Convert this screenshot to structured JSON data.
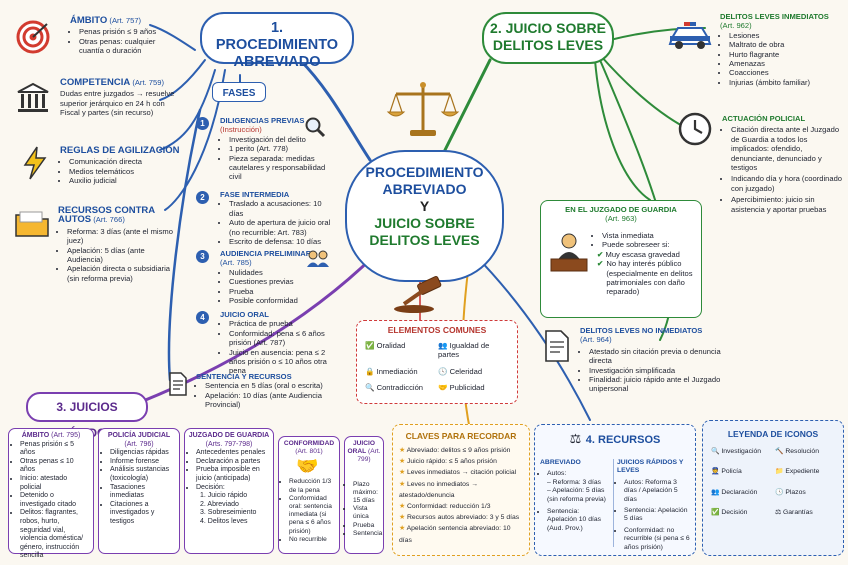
{
  "title_pa": "1. PROCEDIMIENTO ABREVIADO",
  "title_jdl": "2. JUICIO SOBRE DELITOS LEVES",
  "center": {
    "l1": "PROCEDIMIENTO",
    "l2": "ABREVIADO",
    "y": "Y",
    "l3": "JUICIO SOBRE",
    "l4": "DELITOS LEVES"
  },
  "ambito": {
    "title": "ÁMBITO",
    "ref": "(Art. 757)",
    "items": [
      "Penas prisión ≤ 9 años",
      "Otras penas: cualquier cuantía o duración"
    ]
  },
  "competencia": {
    "title": "COMPETENCIA",
    "ref": "(Art. 759)",
    "text": "Dudas entre juzgados → resuelve superior jerárquico en 24 h con Fiscal y partes (sin recurso)"
  },
  "reglas": {
    "title": "REGLAS DE AGILIZACIÓN",
    "items": [
      "Comunicación directa",
      "Medios telemáticos",
      "Auxilio judicial"
    ]
  },
  "recursos_autos": {
    "title": "RECURSOS CONTRA AUTOS",
    "ref": "(Art. 766)",
    "items": [
      "Reforma: 3 días (ante el mismo juez)",
      "Apelación: 5 días (ante Audiencia)",
      "Apelación directa o subsidiaria (sin reforma previa)"
    ]
  },
  "fases": {
    "title": "FASES",
    "steps": [
      {
        "n": "1",
        "title": "DILIGENCIAS PREVIAS",
        "sub": "(Instrucción)",
        "items": [
          "Investigación del delito",
          "1 perito (Art. 778)",
          "Pieza separada: medidas cautelares y responsabilidad civil"
        ]
      },
      {
        "n": "2",
        "title": "FASE INTERMEDIA",
        "sub": "",
        "items": [
          "Traslado a acusaciones: 10 días",
          "Auto de apertura de juicio oral (no recurrible: Art. 783)",
          "Escrito de defensa: 10 días"
        ]
      },
      {
        "n": "3",
        "title": "AUDIENCIA PRELIMINAR",
        "sub": "(Art. 785)",
        "items": [
          "Nulidades",
          "Cuestiones previas",
          "Prueba",
          "Posible conformidad"
        ]
      },
      {
        "n": "4",
        "title": "JUICIO ORAL",
        "sub": "",
        "items": [
          "Práctica de prueba",
          "Conformidad: pena ≤ 6 años prisión (Art. 787)",
          "Juicio en ausencia: pena ≤ 2 años prisión o ≤ 10 años otra pena"
        ]
      }
    ],
    "sentencia": {
      "title": "SENTENCIA Y RECURSOS",
      "items": [
        "Sentencia en 5 días (oral o escrita)",
        "Apelación: 10 días (ante Audiencia Provincial)"
      ]
    }
  },
  "delitos_inm": {
    "title": "DELITOS LEVES INMEDIATOS",
    "ref": "(Art. 962)",
    "items": [
      "Lesiones",
      "Maltrato de obra",
      "Hurto flagrante",
      "Amenazas",
      "Coacciones",
      "Injurias (ámbito familiar)"
    ]
  },
  "actuacion": {
    "title": "ACTUACIÓN POLICIAL",
    "items": [
      "Citación directa ante el Juzgado de Guardia a todos los implicados: ofendido, denunciante, denunciado y testigos",
      "Indicando día y hora (coordinado con juzgado)",
      "Apercibimiento: juicio sin asistencia y aportar pruebas"
    ]
  },
  "guardia": {
    "title": "EN EL JUZGADO DE GUARDIA",
    "ref": "(Art. 963)",
    "items": [
      "Vista inmediata",
      "Puede sobreseer si:"
    ],
    "checks": [
      "Muy escasa gravedad",
      "No hay interés público (especialmente en delitos patrimoniales con daño reparado)"
    ]
  },
  "no_inm": {
    "title": "DELITOS LEVES NO INMEDIATOS",
    "ref": "(Art. 964)",
    "items": [
      "Atestado sin citación previa o denuncia directa",
      "Investigación simplificada",
      "Finalidad: juicio rápido ante el Juzgado unipersonal"
    ]
  },
  "comunes": {
    "title": "ELEMENTOS COMUNES",
    "items": [
      "Oralidad",
      "Igualdad de partes",
      "Inmediación",
      "Celeridad",
      "Contradicción",
      "Publicidad"
    ]
  },
  "rapidos": {
    "title": "3. JUICIOS RÁPIDOS",
    "ambito": {
      "title": "ÁMBITO",
      "ref": "(Art. 795)",
      "items": [
        "Penas prisión ≤ 5 años",
        "Otras penas ≤ 10 años",
        "Inicio: atestado policial",
        "Detenido o investigado citado",
        "Delitos: flagrantes, robos, hurto, seguridad vial, violencia doméstica/ género, instrucción sencilla"
      ]
    },
    "policia": {
      "title": "POLICÍA JUDICIAL",
      "ref": "(Art. 796)",
      "items": [
        "Diligencias rápidas",
        "Informe forense",
        "Análisis sustancias (toxicología)",
        "Tasaciones inmediatas",
        "Citaciones a investigados y testigos"
      ]
    },
    "guardia": {
      "title": "JUZGADO DE GUARDIA",
      "ref": "(Arts. 797-798)",
      "items": [
        "Antecedentes penales",
        "Declaración a partes",
        "Prueba imposible en juicio (anticipada)",
        "Decisión:"
      ],
      "sub": [
        "1. Juicio rápido",
        "2. Abreviado",
        "3. Sobreseimiento",
        "4. Delitos leves"
      ]
    },
    "conformidad": {
      "title": "CONFORMIDAD",
      "ref": "(Art. 801)",
      "items": [
        "Reducción 1/3 de la pena",
        "Conformidad oral: sentencia inmediata (si pena ≤ 6 años prisión)",
        "No recurrible"
      ]
    },
    "juicio": {
      "title": "JUICIO ORAL",
      "ref": "(Art. 799)",
      "items": [
        "Plazo máximo: 15 días",
        "Vista única",
        "Prueba",
        "Sentencia"
      ]
    }
  },
  "claves": {
    "title": "CLAVES PARA RECORDAR",
    "items": [
      "Abreviado: delitos ≤ 9 años prisión",
      "Juicio rápido: ≤ 5 años prisión",
      "Leves inmediatos → citación policial",
      "Leves no inmediatos → atestado/denuncia",
      "Conformidad: reducción 1/3",
      "Recursos autos abreviado: 3 y 5 días",
      "Apelación sentencia abreviado: 10 días"
    ]
  },
  "recursos": {
    "title": "4. RECURSOS",
    "abreviado": {
      "title": "ABREVIADO",
      "items": [
        "Autos:",
        "– Reforma: 3 días",
        "– Apelación: 5 días (sin reforma previa)",
        "Sentencia: Apelación 10 días (Aud. Prov.)"
      ]
    },
    "rapidos": {
      "title": "JUICIOS RÁPIDOS Y LEVES",
      "items": [
        "Autos: Reforma 3 días / Apelación 5 días",
        "Sentencia: Apelación 5 días",
        "Conformidad: no recurrible (si pena ≤ 6 años prisión)"
      ]
    }
  },
  "leyenda": {
    "title": "LEYENDA DE ICONOS",
    "items": [
      "Investigación",
      "Resolución",
      "Policía",
      "Expediente",
      "Declaración",
      "Plazos",
      "Decisión",
      "Garantías"
    ]
  }
}
